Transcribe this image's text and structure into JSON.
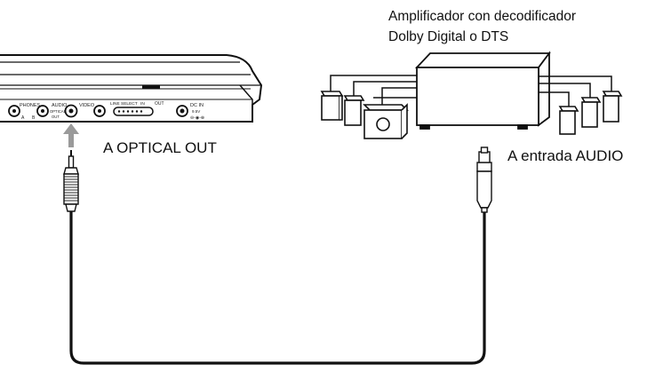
{
  "amplifier": {
    "title_line1": "Amplificador con decodificador",
    "title_line2": "Dolby Digital o DTS"
  },
  "labels": {
    "optical_out": "A OPTICAL OUT",
    "audio_in": "A entrada AUDIO"
  },
  "player_panel": {
    "phones": "PHONES",
    "phones_a": "A",
    "phones_b": "B",
    "audio": "AUDIO",
    "optical": "OPTICAL",
    "out": "OUT",
    "video": "VIDEO",
    "line_select": "LINE SELECT",
    "in": "IN",
    "out_switch": "OUT",
    "dc_in": "DC IN",
    "voltage": "9.5V"
  }
}
